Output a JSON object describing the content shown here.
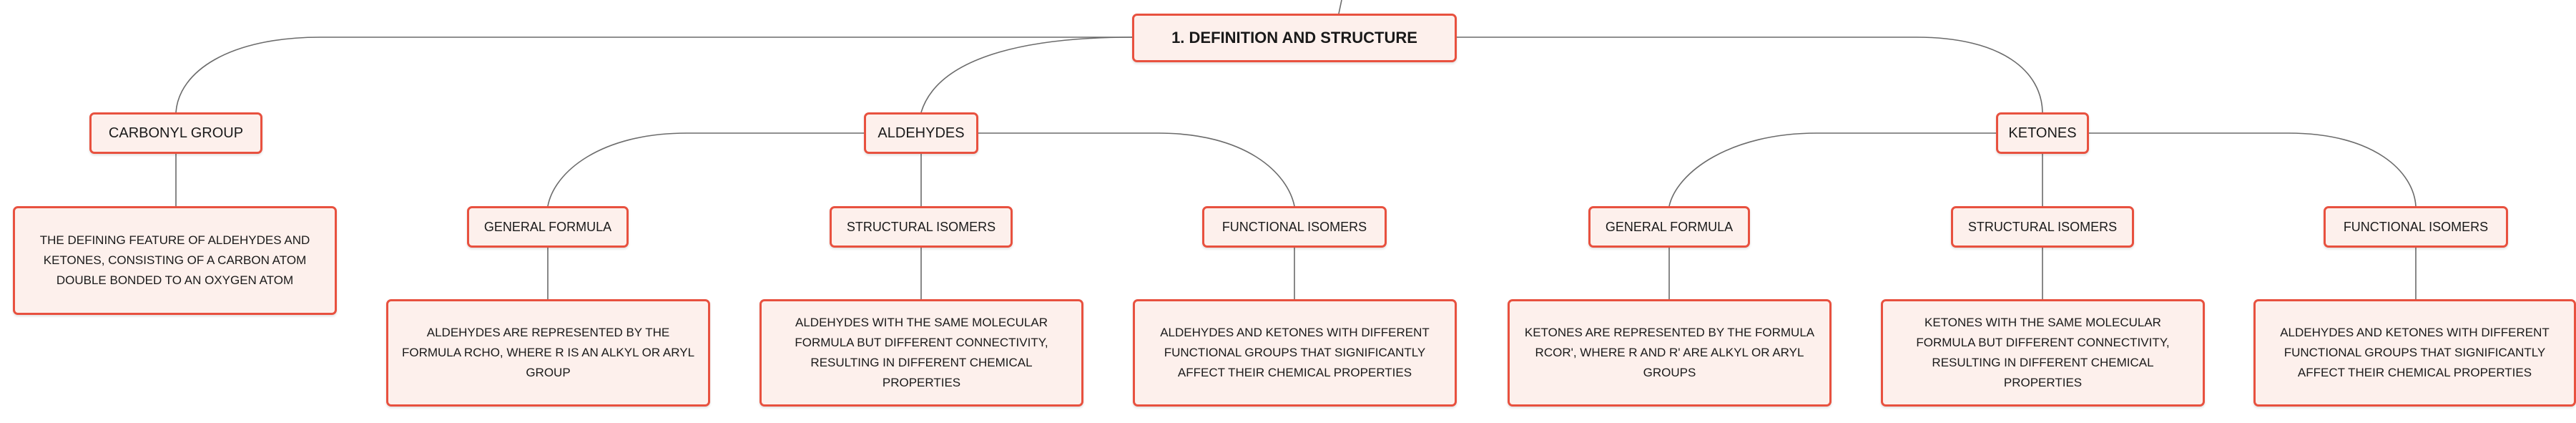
{
  "root": {
    "label": "1. DEFINITION AND STRUCTURE"
  },
  "carbonyl": {
    "label": "CARBONYL GROUP",
    "description": "THE DEFINING FEATURE OF ALDEHYDES AND KETONES, CONSISTING OF A CARBON ATOM DOUBLE BONDED TO AN OXYGEN ATOM"
  },
  "aldehydes": {
    "label": "ALDEHYDES",
    "general_formula": {
      "label": "GENERAL FORMULA",
      "description": "ALDEHYDES ARE REPRESENTED BY THE FORMULA RCHO, WHERE R IS AN ALKYL OR ARYL GROUP"
    },
    "structural_isomers": {
      "label": "STRUCTURAL ISOMERS",
      "description": "ALDEHYDES WITH THE SAME MOLECULAR FORMULA BUT DIFFERENT CONNECTIVITY, RESULTING IN DIFFERENT CHEMICAL PROPERTIES"
    },
    "functional_isomers": {
      "label": "FUNCTIONAL ISOMERS",
      "description": "ALDEHYDES AND KETONES WITH DIFFERENT FUNCTIONAL GROUPS THAT SIGNIFICANTLY AFFECT THEIR CHEMICAL PROPERTIES"
    }
  },
  "ketones": {
    "label": "KETONES",
    "general_formula": {
      "label": "GENERAL FORMULA",
      "description": "KETONES ARE REPRESENTED BY THE FORMULA RCOR', WHERE R AND R' ARE ALKYL OR ARYL GROUPS"
    },
    "structural_isomers": {
      "label": "STRUCTURAL ISOMERS",
      "description": "KETONES WITH THE SAME MOLECULAR FORMULA BUT DIFFERENT CONNECTIVITY, RESULTING IN DIFFERENT CHEMICAL PROPERTIES"
    },
    "functional_isomers": {
      "label": "FUNCTIONAL ISOMERS",
      "description": "ALDEHYDES AND KETONES WITH DIFFERENT FUNCTIONAL GROUPS THAT SIGNIFICANTLY AFFECT THEIR CHEMICAL PROPERTIES"
    }
  },
  "colors": {
    "node_border": "#e8513f",
    "node_fill": "#fdf0ec",
    "connector": "#6b6b6b"
  }
}
